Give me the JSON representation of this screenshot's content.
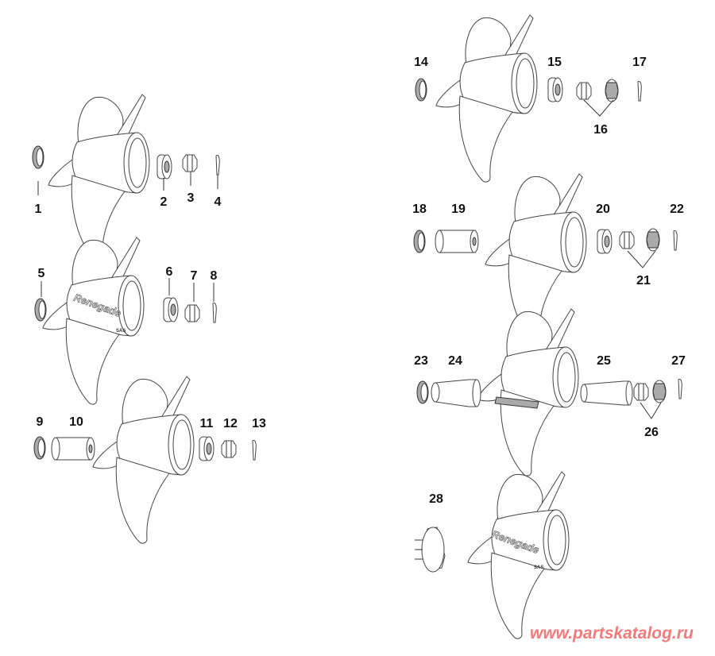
{
  "diagram": {
    "callouts": [
      "1",
      "2",
      "3",
      "4",
      "5",
      "6",
      "7",
      "8",
      "9",
      "10",
      "11",
      "12",
      "13",
      "14",
      "15",
      "16",
      "17",
      "18",
      "19",
      "20",
      "21",
      "22",
      "23",
      "24",
      "25",
      "26",
      "27",
      "28"
    ],
    "propeller_logo": "Renegade",
    "propeller_logo_sub": "SAS",
    "watermark": "www.partskatalog.ru",
    "watermark_color": "#f47a7a"
  }
}
